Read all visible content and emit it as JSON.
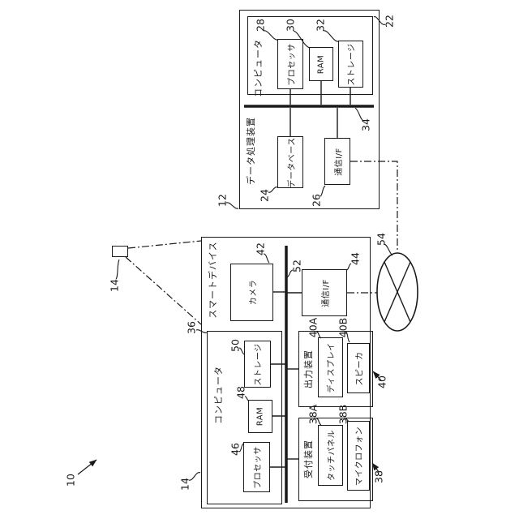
{
  "figure": {
    "line_color": "#1a1a1a",
    "background": "#ffffff"
  },
  "system_ref": "10",
  "dpd": {
    "label": "データ処理装置",
    "ref": "12",
    "computer": {
      "label": "コンピュータ",
      "ref": "22"
    },
    "processor": {
      "label": "プロセッサ",
      "ref": "28"
    },
    "ram": {
      "label": "RAM",
      "ref": "30"
    },
    "storage": {
      "label": "ストレージ",
      "ref": "32"
    },
    "bus_ref": "34",
    "database": {
      "label": "データベース",
      "ref": "24"
    },
    "comm_if": {
      "label": "通信I/F",
      "ref": "26"
    }
  },
  "network": {
    "ref": "54"
  },
  "sd": {
    "label": "スマートデバイス",
    "ref": "14",
    "icon_ref": "14",
    "camera": {
      "label": "カメラ",
      "ref": "42"
    },
    "bus_ref": "52",
    "comm_if": {
      "label": "通信I/F",
      "ref": "44"
    },
    "computer": {
      "label": "コンピュータ",
      "ref": "36"
    },
    "processor": {
      "label": "プロセッサ",
      "ref": "46"
    },
    "ram": {
      "label": "RAM",
      "ref": "48"
    },
    "storage": {
      "label": "ストレージ",
      "ref": "50"
    },
    "output": {
      "label": "出力装置",
      "ref": "40"
    },
    "display": {
      "label": "ディスプレイ",
      "ref": "40A"
    },
    "speaker": {
      "label": "スピーカ",
      "ref": "40B"
    },
    "input": {
      "label": "受付装置",
      "ref": "38"
    },
    "touch": {
      "label": "タッチパネル",
      "ref": "38A"
    },
    "mic": {
      "label": "マイクロフォン",
      "ref": "38B"
    }
  }
}
